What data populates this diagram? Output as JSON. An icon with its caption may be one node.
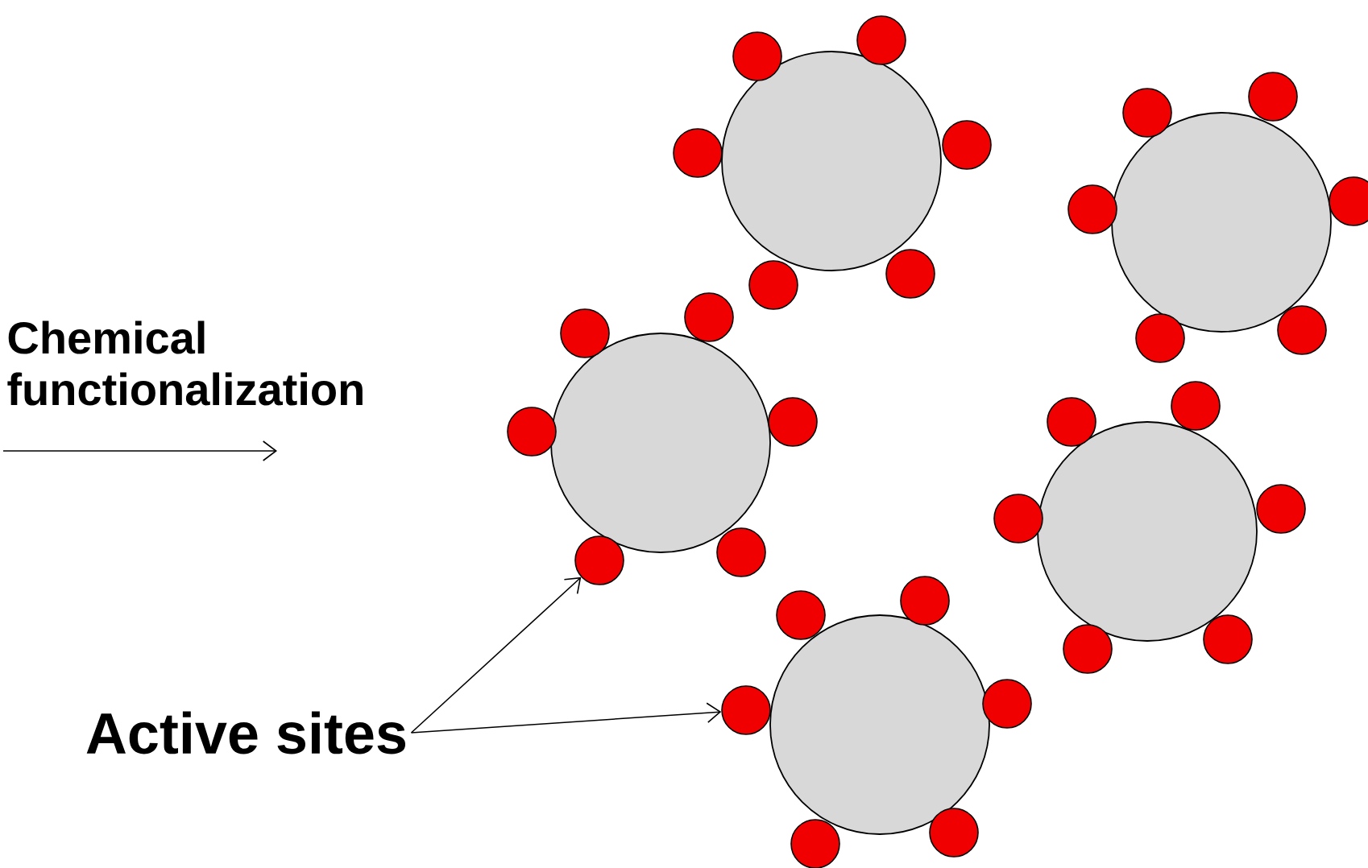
{
  "diagram": {
    "nodes": [
      {
        "text": [
          "Active sites"
        ]
      },
      {
        "text": [],
        "shape": "circle"
      },
      {
        "text": [],
        "shape": "circle"
      }
    ],
    "edges": [
      {
        "from": 0,
        "to": 1,
        "arrow": "to"
      },
      {
        "from": 0,
        "to": 2,
        "arrow": "to"
      }
    ],
    "labels": [
      "Chemical functionalization"
    ]
  }
}
